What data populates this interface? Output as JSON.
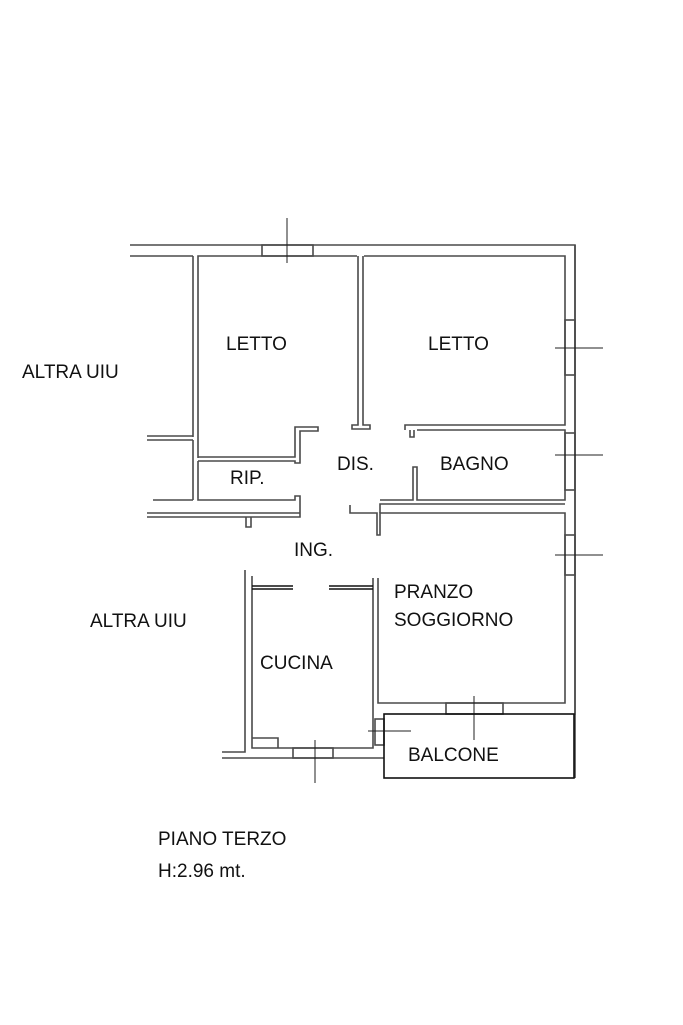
{
  "plan": {
    "rooms": {
      "letto_left": "LETTO",
      "letto_right": "LETTO",
      "dis": "DIS.",
      "bagno": "BAGNO",
      "rip": "RIP.",
      "ing": "ING.",
      "pranzo": "PRANZO",
      "soggiorno": "SOGGIORNO",
      "cucina": "CUCINA",
      "balcone": "BALCONE"
    },
    "neighbours": [
      "ALTRA UIU",
      "ALTRA UIU"
    ],
    "floor": "PIANO TERZO",
    "height": "H:2.96 mt."
  }
}
